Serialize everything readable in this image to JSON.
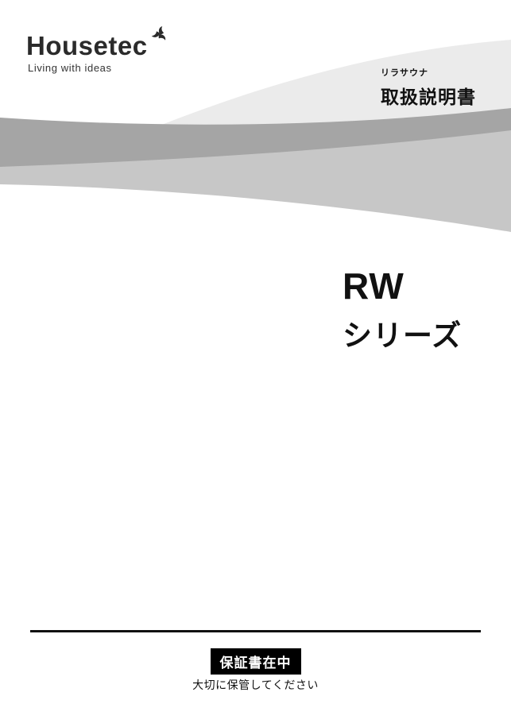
{
  "brand": {
    "name": "Housetec",
    "tagline": "Living with ideas"
  },
  "header": {
    "subtitle": "リラサウナ",
    "title": "取扱説明書"
  },
  "series": {
    "line1": "RW",
    "line2": "シリーズ"
  },
  "footer": {
    "badge_label": "保証書在中",
    "note": "大切に保管してください"
  },
  "colors": {
    "band_light": "#ebebeb",
    "band_mid": "#c7c7c7",
    "band_dark": "#a5a5a5",
    "ink": "#1a1a1a",
    "badge_bg": "#000000",
    "badge_text": "#ffffff"
  }
}
